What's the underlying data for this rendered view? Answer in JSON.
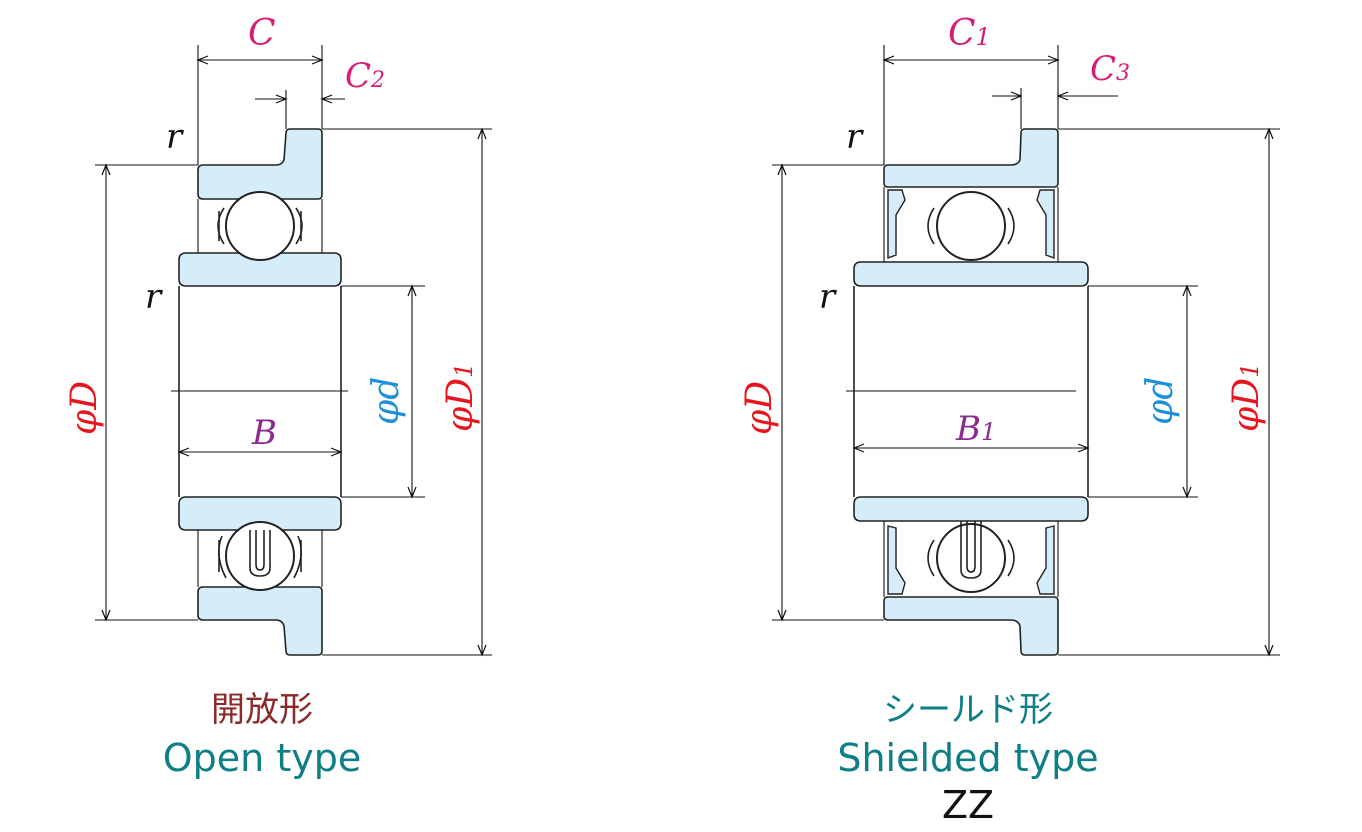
{
  "colors": {
    "pink": "#d81b73",
    "red": "#e5161e",
    "blue": "#1e8fd8",
    "purple": "#8a2b8f",
    "brown": "#8b2a2a",
    "teal": "#0f7f86",
    "part_fill": "#d5ecf9"
  },
  "open": {
    "dims": {
      "C": "C",
      "C2_main": "C",
      "C2_sub": "2",
      "r_top": "r",
      "r_mid": "r",
      "D": "D",
      "d": "d",
      "D1_main": "D",
      "D1_sub": "1",
      "B": "B",
      "phi": "φ"
    },
    "caption_jp": "開放形",
    "caption_en": "Open type"
  },
  "shielded": {
    "dims": {
      "C1_main": "C",
      "C1_sub": "1",
      "C3_main": "C",
      "C3_sub": "3",
      "r_top": "r",
      "r_mid": "r",
      "D": "D",
      "d": "d",
      "D1_main": "D",
      "D1_sub": "1",
      "B1_main": "B",
      "B1_sub": "1",
      "phi": "φ"
    },
    "caption_jp": "シールド形",
    "caption_en": "Shielded type",
    "code": "ZZ"
  }
}
